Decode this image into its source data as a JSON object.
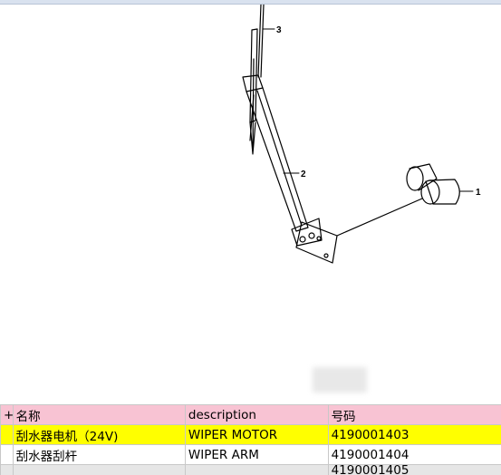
{
  "drawing": {
    "callouts": [
      "1",
      "2",
      "3"
    ]
  },
  "table": {
    "headers": {
      "a": "+",
      "name": "名称",
      "description": "description",
      "part_no": "号码"
    },
    "rows": [
      {
        "name": "刮水器电机（24V)",
        "description": "WIPER MOTOR",
        "part_no": "4190001403",
        "selected": true
      },
      {
        "name": "刮水器刮杆",
        "description": "WIPER ARM",
        "part_no": "4190001404",
        "selected": false
      },
      {
        "name": "",
        "description": "",
        "part_no": "4190001405",
        "selected": false
      }
    ]
  },
  "colors": {
    "header_bg": "#f8c3d3",
    "selected_bg": "#ffff00"
  }
}
